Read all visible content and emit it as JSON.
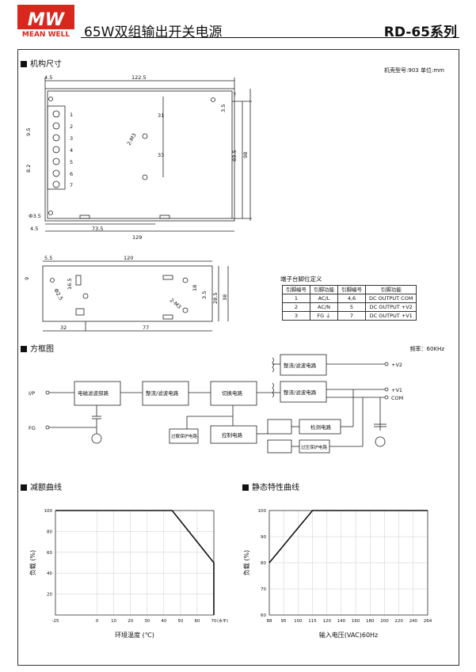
{
  "header": {
    "brand": "MW",
    "brand_sub": "MEAN WELL",
    "title": "65W双组输出开关电源",
    "series": "RD-65系列",
    "brand_color": "#d8281e"
  },
  "sections": {
    "mech": "机构尺寸",
    "block": "方框图",
    "derating": "减额曲线",
    "static": "静态特性曲线"
  },
  "mech": {
    "note": "机壳型号:903 单位:mm",
    "top": {
      "d45a": "4.5",
      "d1225": "122.5",
      "d31": "31",
      "d33": "33",
      "d2m3": "2-M3",
      "d835": "83.5",
      "d98": "98",
      "d35": "3.5",
      "d7": "7",
      "d95": "9.5",
      "d82": "8.2",
      "d35b": "Ф3.5",
      "d45b": "4.5",
      "d735": "73.5",
      "d129": "129",
      "pins": [
        "1",
        "2",
        "3",
        "4",
        "5",
        "6",
        "7"
      ]
    },
    "side": {
      "d55": "5.5",
      "d120": "120",
      "d9": "9",
      "d165": "16.5",
      "d25": "Ф2.5",
      "d18": "18",
      "d2m3": "2-M3",
      "d35": "3.5",
      "d285": "28.5",
      "d38": "38",
      "d32": "32",
      "d77": "77"
    }
  },
  "pin_table": {
    "title": "端子台脚位定义",
    "headers": [
      "引脚编号",
      "引脚功能",
      "引脚编号",
      "引脚功能"
    ],
    "rows": [
      [
        "1",
        "AC/L",
        "4,6",
        "DC OUTPUT COM"
      ],
      [
        "2",
        "AC/N",
        "5",
        "DC OUTPUT +V2"
      ],
      [
        "3",
        "FG ⏚",
        "7",
        "DC OUTPUT +V1"
      ]
    ]
  },
  "block": {
    "freq": "频率：60KHz",
    "ip": "I/P",
    "fg": "FG",
    "emi": "电磁滤波部路",
    "rect1": "整流/滤波电路",
    "switch": "切换电路",
    "rect2": "整流/滤波电路",
    "rect3": "整流/滤波电路",
    "control": "控制电路",
    "detect": "检测电路",
    "olp": "过载保护电路",
    "ovp": "过压保护电路",
    "v2": "+V2",
    "v1": "+V1",
    "com": "COM"
  },
  "chart_data": [
    {
      "type": "line",
      "xlabel": "环境温度 (℃)",
      "ylabel": "负载 (%)",
      "x_suffix": "(水平)",
      "x_ticks": [
        "-25",
        "0",
        "10",
        "20",
        "30",
        "40",
        "50",
        "60",
        "70"
      ],
      "y_ticks": [
        "20",
        "40",
        "60",
        "80",
        "100"
      ],
      "xlim": [
        -25,
        70
      ],
      "ylim": [
        0,
        100
      ],
      "series": [
        {
          "x": [
            -25,
            45,
            70,
            70
          ],
          "y": [
            100,
            100,
            50,
            0
          ]
        }
      ]
    },
    {
      "type": "line",
      "xlabel": "输入电压(VAC)60Hz",
      "ylabel": "负载 (%)",
      "x_ticks": [
        "88",
        "95",
        "100",
        "115",
        "120",
        "140",
        "160",
        "180",
        "200",
        "220",
        "240",
        "264"
      ],
      "y_ticks": [
        "60",
        "70",
        "80",
        "90",
        "100"
      ],
      "ylim": [
        60,
        100
      ],
      "series": [
        {
          "x": [
            "88",
            "115",
            "264"
          ],
          "y": [
            80,
            100,
            100
          ]
        }
      ]
    }
  ]
}
